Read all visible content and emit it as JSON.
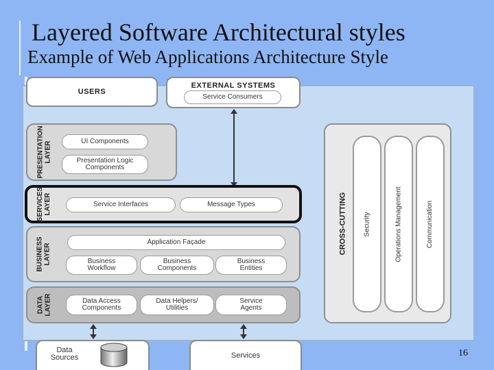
{
  "slide": {
    "title": "Layered Software Architectural styles",
    "subtitle": "Example of Web Applications Architecture Style",
    "page_number": "16"
  },
  "diagram": {
    "users": "USERS",
    "external_systems": {
      "title": "EXTERNAL SYSTEMS",
      "item": "Service Consumers"
    },
    "presentation_layer": {
      "label": "PRESENTATION\nLAYER",
      "components": [
        "UI Components",
        "Presentation Logic\nComponents"
      ]
    },
    "services_layer": {
      "label": "SERVICES\nLAYER",
      "components": [
        "Service Interfaces",
        "Message Types"
      ]
    },
    "business_layer": {
      "label": "BUSINESS\nLAYER",
      "facade": "Application Façade",
      "components": [
        "Business\nWorkflow",
        "Business\nComponents",
        "Business\nEntities"
      ]
    },
    "data_layer": {
      "label": "DATA\nLAYER",
      "components": [
        "Data Access\nComponents",
        "Data Helpers/\nUtilities",
        "Service\nAgents"
      ]
    },
    "cross_cutting": {
      "label": "CROSS-CUTTING",
      "items": [
        "Security",
        "Operations Management",
        "Communication"
      ]
    },
    "data_sources": "Data\nSources",
    "services": "Services"
  }
}
